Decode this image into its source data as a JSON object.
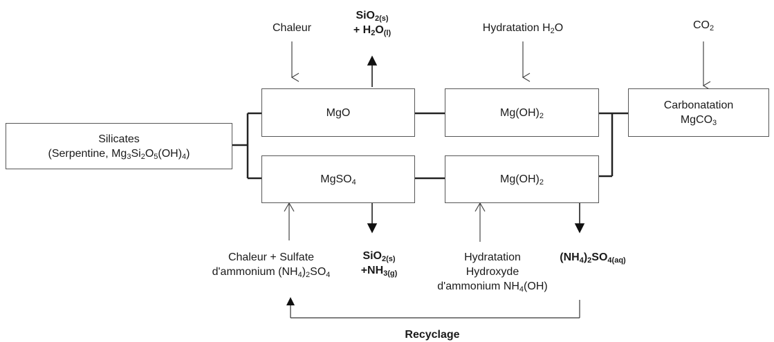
{
  "boxes": {
    "silicates": {
      "line1": "Silicates",
      "line2_pre": "(Serpentine, Mg",
      "sub1": "3",
      "mid1": "Si",
      "sub2": "2",
      "mid2": "O",
      "sub3": "5",
      "mid3": "(OH)",
      "sub4": "4",
      "post": ")"
    },
    "mgo": {
      "text": "MgO"
    },
    "mgso4": {
      "pre": "MgSO",
      "sub": "4"
    },
    "mgoh2_top": {
      "pre": "Mg(OH)",
      "sub": "2"
    },
    "mgoh2_bottom": {
      "pre": "Mg(OH)",
      "sub": "2"
    },
    "carbonation": {
      "line1": "Carbonatation",
      "pre": "MgCO",
      "sub": "3"
    }
  },
  "labels": {
    "chaleur": "Chaleur",
    "sio2_top": {
      "a": "SiO",
      "a_sub": "2(s)",
      "b": "+ H",
      "b_sub": "2",
      "c": "O",
      "c_sub": "(l)"
    },
    "hydratation_top": {
      "pre": "Hydratation H",
      "sub": "2",
      "post": "O"
    },
    "co2": {
      "pre": "CO",
      "sub": "2"
    },
    "chaleur_sulfate": {
      "line1": "Chaleur + Sulfate",
      "line2_pre": "d'ammonium (NH",
      "sub1": "4",
      "line2_mid": ")",
      "sub2": "2",
      "line2_post": "SO",
      "sub3": "4"
    },
    "sio2_bottom": {
      "a": "SiO",
      "a_sub": "2(s)",
      "b": "+NH",
      "b_sub": "3(g)"
    },
    "hydratation_bottom": {
      "line1": "Hydratation",
      "line2": "Hydroxyde",
      "line3_pre": "d'ammonium NH",
      "sub": "4",
      "line3_post": "(OH)"
    },
    "nh4so4": {
      "a": "(NH",
      "a_sub": "4",
      "b": ")",
      "b_sub": "2",
      "c": "SO",
      "c_sub": "4(aq)"
    },
    "recyclage": "Recyclage"
  }
}
